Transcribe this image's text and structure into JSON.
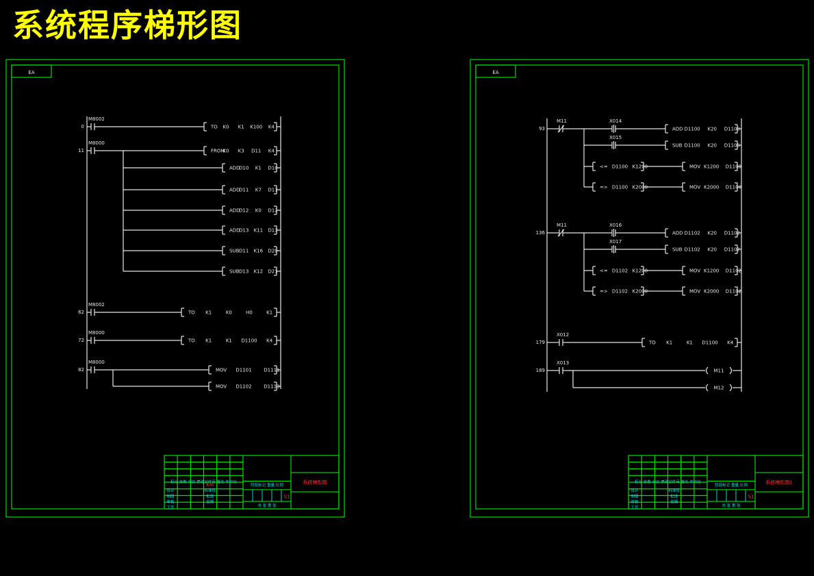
{
  "title": "系统程序梯形图",
  "sheets": [
    {
      "tag": "EA",
      "drawing_name": "系统梯形图",
      "sheet_no": "S1",
      "table_row_labels": [
        "设计",
        "制图",
        "审核",
        "工艺"
      ],
      "table_header": "标记 处数 分区 更改文件号 签名 年月日",
      "table_mid_labels": [
        "标准化",
        "批准",
        "日期"
      ],
      "table_right_header": "阶段标记 重量 比例",
      "table_bottom": "共 张 第 张",
      "highlight": "KM"
    },
    {
      "tag": "EA",
      "drawing_name": "系统梯形图1",
      "sheet_no": "S1",
      "table_row_labels": [
        "设计",
        "制图",
        "审核",
        "工艺"
      ],
      "table_header": "标记 处数 分区 更改文件号 签名 年月日",
      "table_mid_labels": [
        "标准化",
        "批准",
        "日期"
      ],
      "table_right_header": "阶段标记 重量 比例",
      "table_bottom": "共 张 第 张",
      "highlight": ""
    }
  ],
  "left_rungs": [
    {
      "step": "0",
      "contact": "M8002",
      "branches": [
        [
          "TO",
          "K0",
          "K1",
          "K100",
          "K4"
        ]
      ]
    },
    {
      "step": "11",
      "contact": "M8000",
      "branches": [
        [
          "FROM",
          "K0",
          "K3",
          "D11",
          "K4"
        ],
        [
          "ADD",
          "D10",
          "K1",
          "D10"
        ],
        [
          "ADD",
          "D11",
          "K7",
          "D11"
        ],
        [
          "ADD",
          "D12",
          "K0",
          "D12"
        ],
        [
          "ADD",
          "D13",
          "K11",
          "D13"
        ],
        [
          "SUB",
          "D11",
          "K16",
          "D20"
        ],
        [
          "SUB",
          "D13",
          "K12",
          "D21"
        ]
      ]
    },
    {
      "step": "62",
      "contact": "M8002",
      "branches": [
        [
          "TO",
          "K1",
          "K0",
          "H0",
          "K1"
        ]
      ]
    },
    {
      "step": "72",
      "contact": "M8000",
      "branches": [
        [
          "TO",
          "K1",
          "K1",
          "D1100",
          "K4"
        ]
      ]
    },
    {
      "step": "82",
      "contact": "M8000",
      "branches": [
        [
          "MOV",
          "D1101",
          "D1111"
        ],
        [
          "MOV",
          "D1102",
          "D1113"
        ]
      ]
    }
  ],
  "right_rungs": [
    {
      "step": "93",
      "contact": "M11",
      "branches": [
        {
          "cond": "X014",
          "instr": [
            "ADD",
            "D1100",
            "K20",
            "D1100"
          ]
        },
        {
          "cond": "X015",
          "instr": [
            "SUB",
            "D1100",
            "K20",
            "D1100"
          ]
        },
        {
          "cmp": [
            "<=",
            "D1100",
            "K1200"
          ],
          "instr": [
            "MOV",
            "K1200",
            "D1100"
          ]
        },
        {
          "cmp": [
            "=>",
            "D1100",
            "K2000"
          ],
          "instr": [
            "MOV",
            "K2000",
            "D1100"
          ]
        }
      ]
    },
    {
      "step": "136",
      "contact": "M11",
      "branches": [
        {
          "cond": "X016",
          "instr": [
            "ADD",
            "D1102",
            "K20",
            "D1102"
          ]
        },
        {
          "cond": "X017",
          "instr": [
            "SUB",
            "D1102",
            "K20",
            "D1102"
          ]
        },
        {
          "cmp": [
            "<=",
            "D1102",
            "K1200"
          ],
          "instr": [
            "MOV",
            "K1200",
            "D1102"
          ]
        },
        {
          "cmp": [
            "=>",
            "D1102",
            "K2000"
          ],
          "instr": [
            "MOV",
            "K2000",
            "D1102"
          ]
        }
      ]
    },
    {
      "step": "179",
      "contact": "X012",
      "branches": [
        {
          "instr": [
            "TO",
            "K1",
            "K1",
            "D1100",
            "K4"
          ]
        }
      ]
    },
    {
      "step": "189",
      "contact": "X013",
      "coils": [
        "M11",
        "M12"
      ]
    }
  ]
}
